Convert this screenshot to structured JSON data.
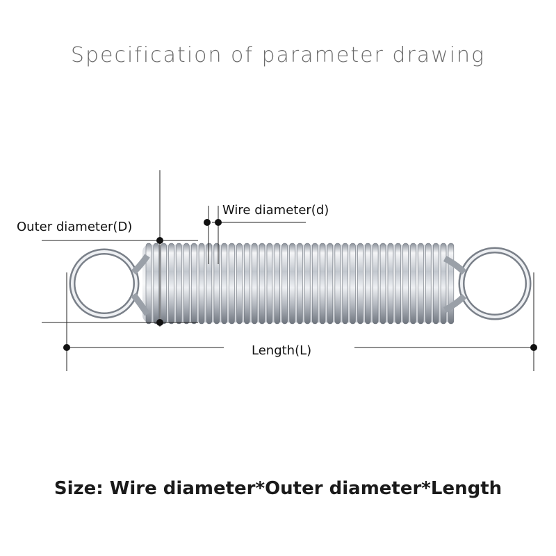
{
  "title": "Specification of parameter drawing",
  "labels": {
    "outer_diameter": "Outer diameter(D)",
    "wire_diameter": "Wire diameter(d)",
    "length": "Length(L)"
  },
  "size_text": "Size: Wire diameter*Outer diameter*Length",
  "colors": {
    "spring_light": "#f4f5f7",
    "spring_mid": "#b9bec6",
    "spring_dark": "#6f757e",
    "dimension_line": "#222222"
  }
}
